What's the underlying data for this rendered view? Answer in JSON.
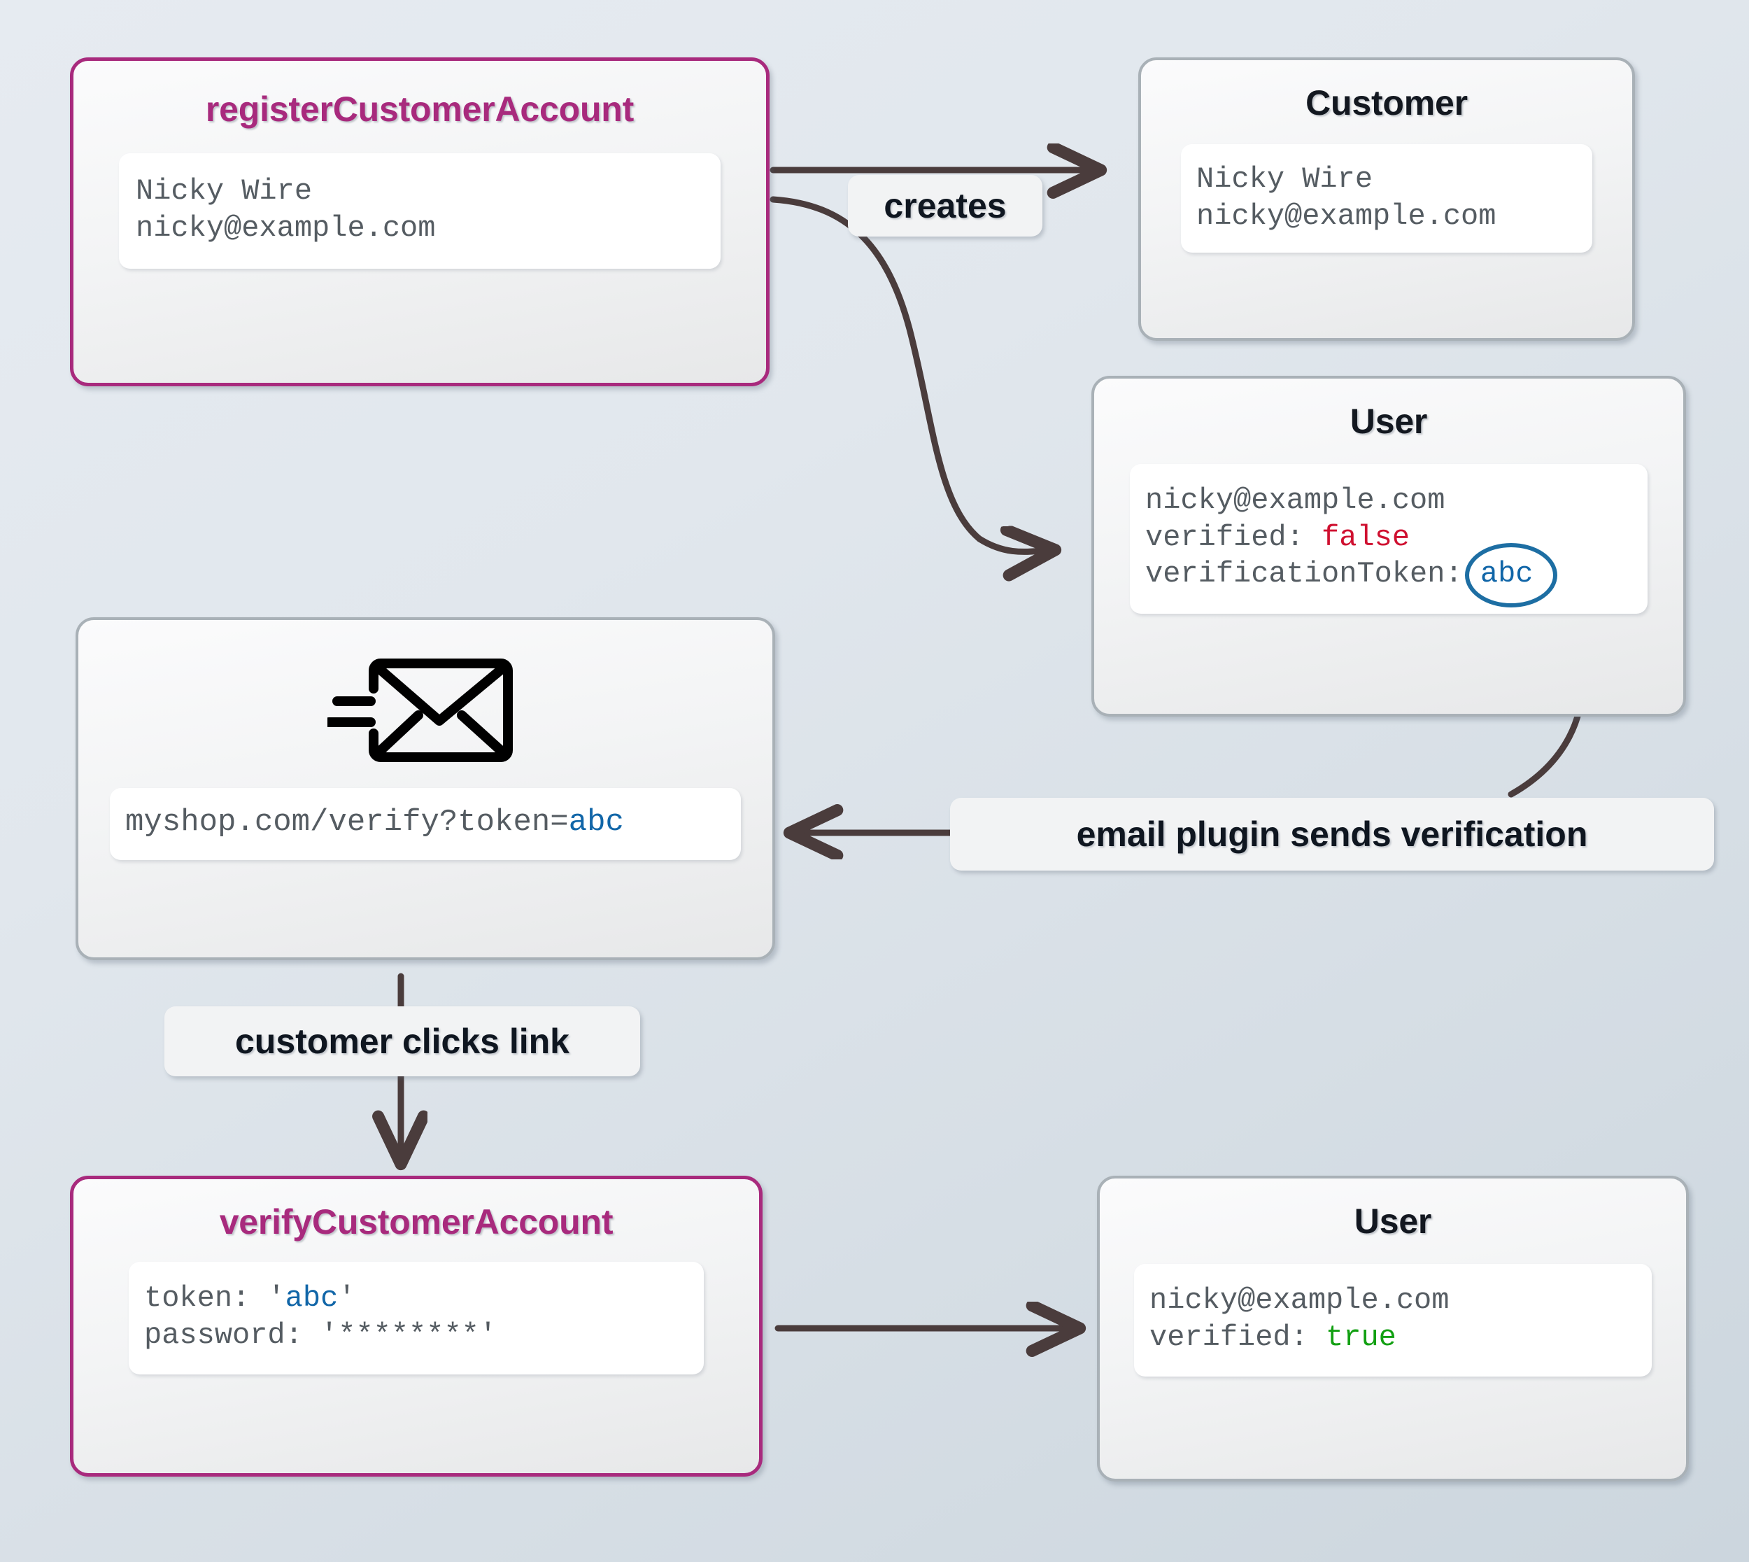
{
  "background": {
    "from": "#e6ebf1",
    "to": "#ccd6de"
  },
  "colors": {
    "command_border": "#a82a7d",
    "command_title": "#a82a7d",
    "entity_border": "#a9b1b7",
    "entity_title": "#131820",
    "edge": "#4a3c3c",
    "false_value": "#cf1030",
    "true_value": "#12a012",
    "token_value": "#1166a8",
    "token_highlight": "#1d6ea3"
  },
  "nodes": {
    "register_command": {
      "title": "registerCustomerAccount",
      "fields": [
        "Nicky Wire",
        "nicky@example.com"
      ]
    },
    "customer_entity": {
      "title": "Customer",
      "fields": [
        "Nicky Wire",
        "nicky@example.com"
      ]
    },
    "user_unverified": {
      "title": "User",
      "email": "nicky@example.com",
      "verified_label": "verified: ",
      "verified_value": "false",
      "token_label": "verificationToken: ",
      "token_value": "abc"
    },
    "email_message": {
      "icon": "send-envelope-icon",
      "link_prefix": "myshop.com/verify?token=",
      "link_token": "abc"
    },
    "verify_command": {
      "title": "verifyCustomerAccount",
      "token_label": "token: ",
      "token_open_quote": "'",
      "token_value": "abc",
      "token_close_quote": "'",
      "password_line": "password: '********'"
    },
    "user_verified": {
      "title": "User",
      "email": "nicky@example.com",
      "verified_label": "verified: ",
      "verified_value": "true"
    }
  },
  "edges": [
    {
      "id": "creates",
      "label": "creates",
      "from": "register_command",
      "to": "customer_entity"
    },
    {
      "id": "creates-user",
      "label": "creates",
      "from": "register_command",
      "to": "user_unverified"
    },
    {
      "id": "email-plugin",
      "label": "email plugin sends verification",
      "from": "user_unverified",
      "to": "email_message"
    },
    {
      "id": "clicks-link",
      "label": "customer clicks link",
      "from": "email_message",
      "to": "verify_command"
    },
    {
      "id": "verify-result",
      "label": "",
      "from": "verify_command",
      "to": "user_verified"
    }
  ],
  "labels": {
    "creates": "creates",
    "email_plugin_sends_verification": "email plugin sends verification",
    "customer_clicks_link": "customer clicks link"
  }
}
